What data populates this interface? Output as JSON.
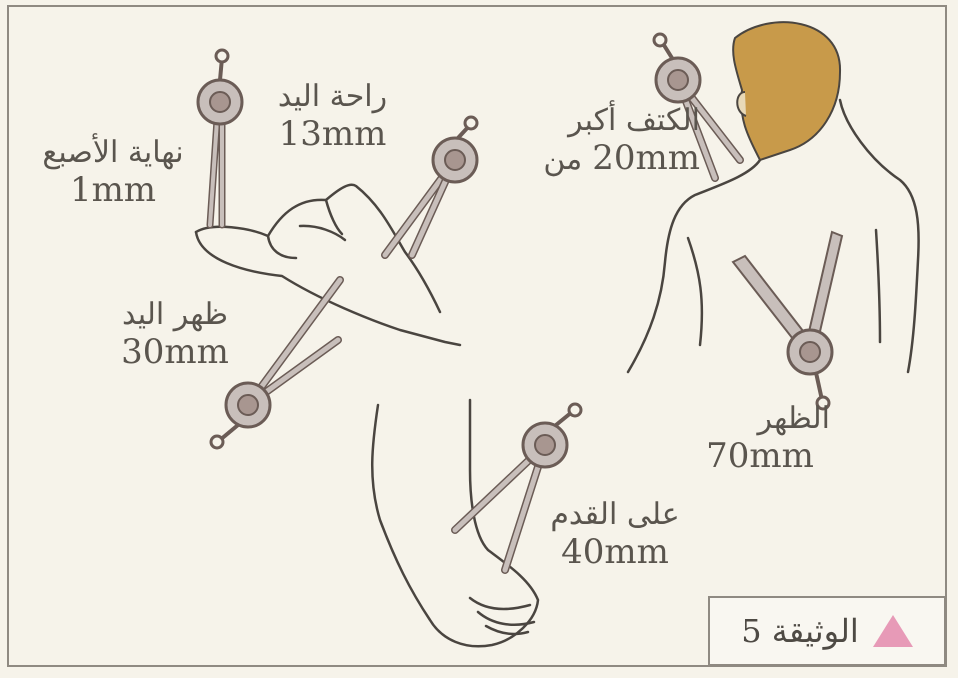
{
  "labels": {
    "fingertip": {
      "name": "نهاية الأصبع",
      "value": "1mm"
    },
    "palm": {
      "name": "راحة اليد",
      "value": "13mm"
    },
    "shoulder": {
      "name_line1": "الكتف أكبر",
      "name_line2": "من",
      "value": "20mm"
    },
    "back_of_hand": {
      "name": "ظهر اليد",
      "value": "30mm"
    },
    "foot": {
      "name": "على القدم",
      "value": "40mm"
    },
    "back": {
      "name": "الظهر",
      "value": "70mm"
    }
  },
  "document_label": "الوثيقة 5",
  "colors": {
    "background": "#f6f3ea",
    "frame": "#8f8a82",
    "line": "#4a4540",
    "skin_hair": "#c89a4a",
    "compass_fill": "#c8bfbb",
    "compass_edge": "#6b5c56",
    "marker": "#e79ab7"
  }
}
